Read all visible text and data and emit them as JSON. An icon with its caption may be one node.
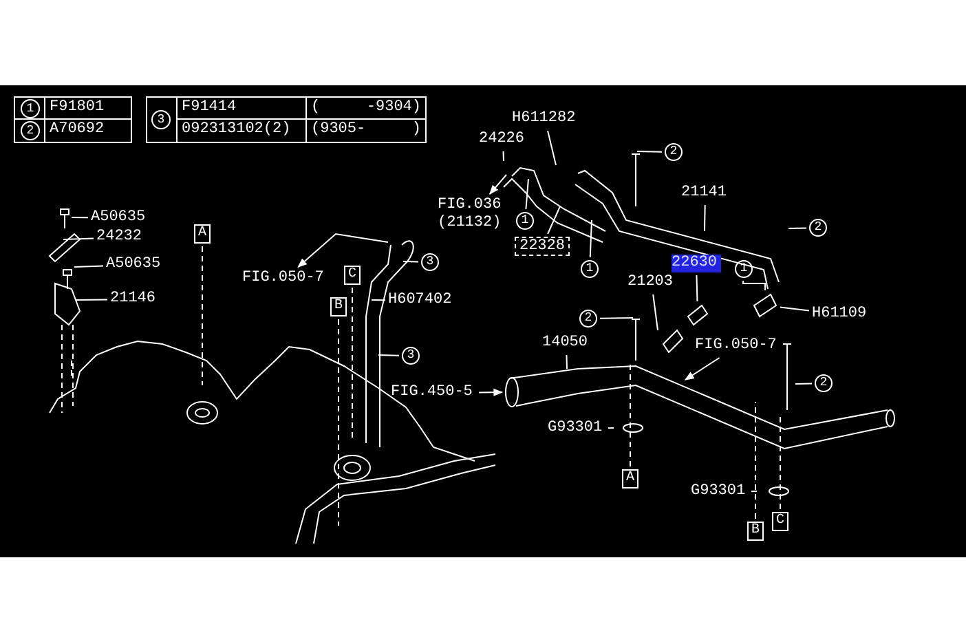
{
  "diagram": {
    "nodes": [
      {
        "text": [
          "A50635"
        ]
      },
      {
        "text": [
          "24232"
        ]
      },
      {
        "text": [
          "A50635"
        ]
      },
      {
        "text": [
          "21146"
        ]
      },
      {
        "text": [
          "A"
        ]
      },
      {
        "text": [
          "FIG.050-7"
        ]
      },
      {
        "text": [
          "3"
        ]
      },
      {
        "text": [
          "C"
        ]
      },
      {
        "text": [
          "B"
        ]
      },
      {
        "text": [
          "H607402"
        ]
      },
      {
        "text": [
          "3"
        ]
      },
      {
        "text": [
          "FIG.450-5"
        ]
      },
      {
        "text": [
          "H611282"
        ]
      },
      {
        "text": [
          "24226"
        ]
      },
      {
        "text": [
          "FIG.036 (21132)"
        ]
      },
      {
        "text": [
          "1"
        ]
      },
      {
        "text": [
          "22328"
        ]
      },
      {
        "text": [
          "1"
        ]
      },
      {
        "text": [
          "2"
        ]
      },
      {
        "text": [
          "21141"
        ]
      },
      {
        "text": [
          "2"
        ]
      },
      {
        "text": [
          "22630"
        ]
      },
      {
        "text": [
          "1"
        ]
      },
      {
        "text": [
          "21203"
        ]
      },
      {
        "text": [
          "H61109"
        ]
      },
      {
        "text": [
          "2"
        ]
      },
      {
        "text": [
          "14050"
        ]
      },
      {
        "text": [
          "FIG.050-7"
        ]
      },
      {
        "text": [
          "2"
        ]
      },
      {
        "text": [
          "G93301"
        ]
      },
      {
        "text": [
          "A"
        ]
      },
      {
        "text": [
          "G93301"
        ]
      },
      {
        "text": [
          "C"
        ]
      },
      {
        "text": [
          "B"
        ]
      },
      {
        "text": [
          "1"
        ]
      },
      {
        "text": [
          "2"
        ]
      },
      {
        "text": [
          "3"
        ]
      },
      {
        "text": [],
        "shape": "circle"
      },
      {
        "text": [],
        "shape": "picture"
      },
      {
        "text": [],
        "shape": "picture"
      }
    ],
    "edges": [
      {
        "from": 0,
        "to": null,
        "arrow": "none"
      },
      {
        "from": 1,
        "to": null,
        "arrow": "none"
      },
      {
        "from": 2,
        "to": null,
        "arrow": "none"
      },
      {
        "from": 3,
        "to": null,
        "arrow": "none"
      },
      {
        "from": 4,
        "to": null,
        "arrow": "none",
        "style": "dashed"
      },
      {
        "from": null,
        "to": 5,
        "arrow": "to"
      },
      {
        "from": 6,
        "to": null,
        "arrow": "none"
      },
      {
        "from": 7,
        "to": null,
        "arrow": "none",
        "style": "dashed"
      },
      {
        "from": 8,
        "to": null,
        "arrow": "none",
        "style": "dashed"
      },
      {
        "from": 9,
        "to": null,
        "arrow": "none"
      },
      {
        "from": 10,
        "to": null,
        "arrow": "none"
      },
      {
        "from": 11,
        "to": 37,
        "arrow": "to"
      },
      {
        "from": 12,
        "to": null,
        "arrow": "none"
      },
      {
        "from": 13,
        "to": null,
        "arrow": "none"
      },
      {
        "from": null,
        "to": 14,
        "arrow": "to"
      },
      {
        "from": 15,
        "to": null,
        "arrow": "none"
      },
      {
        "from": 16,
        "to": null,
        "arrow": "none"
      },
      {
        "from": 17,
        "to": null,
        "arrow": "none"
      },
      {
        "from": 18,
        "to": null,
        "arrow": "none"
      },
      {
        "from": 19,
        "to": null,
        "arrow": "none"
      },
      {
        "from": 20,
        "to": null,
        "arrow": "none"
      },
      {
        "from": 21,
        "to": 38,
        "arrow": "none"
      },
      {
        "from": 22,
        "to": 39,
        "arrow": "none"
      },
      {
        "from": 23,
        "to": null,
        "arrow": "none"
      },
      {
        "from": 24,
        "to": 39,
        "arrow": "none"
      },
      {
        "from": 25,
        "to": null,
        "arrow": "none"
      },
      {
        "from": 26,
        "to": null,
        "arrow": "none"
      },
      {
        "from": 27,
        "to": null,
        "arrow": "to"
      },
      {
        "from": 28,
        "to": null,
        "arrow": "none"
      },
      {
        "from": 29,
        "to": null,
        "arrow": "none"
      },
      {
        "from": 30,
        "to": null,
        "arrow": "none",
        "style": "dashed"
      },
      {
        "from": 31,
        "to": null,
        "arrow": "none"
      },
      {
        "from": 32,
        "to": null,
        "arrow": "none",
        "style": "dashed"
      },
      {
        "from": 33,
        "to": null,
        "arrow": "none",
        "style": "dashed"
      }
    ],
    "labels": [
      "F91801",
      "A70692",
      "F91414",
      "(",
      "-9304)",
      "092313102(2)",
      "(9305-",
      ")"
    ]
  }
}
